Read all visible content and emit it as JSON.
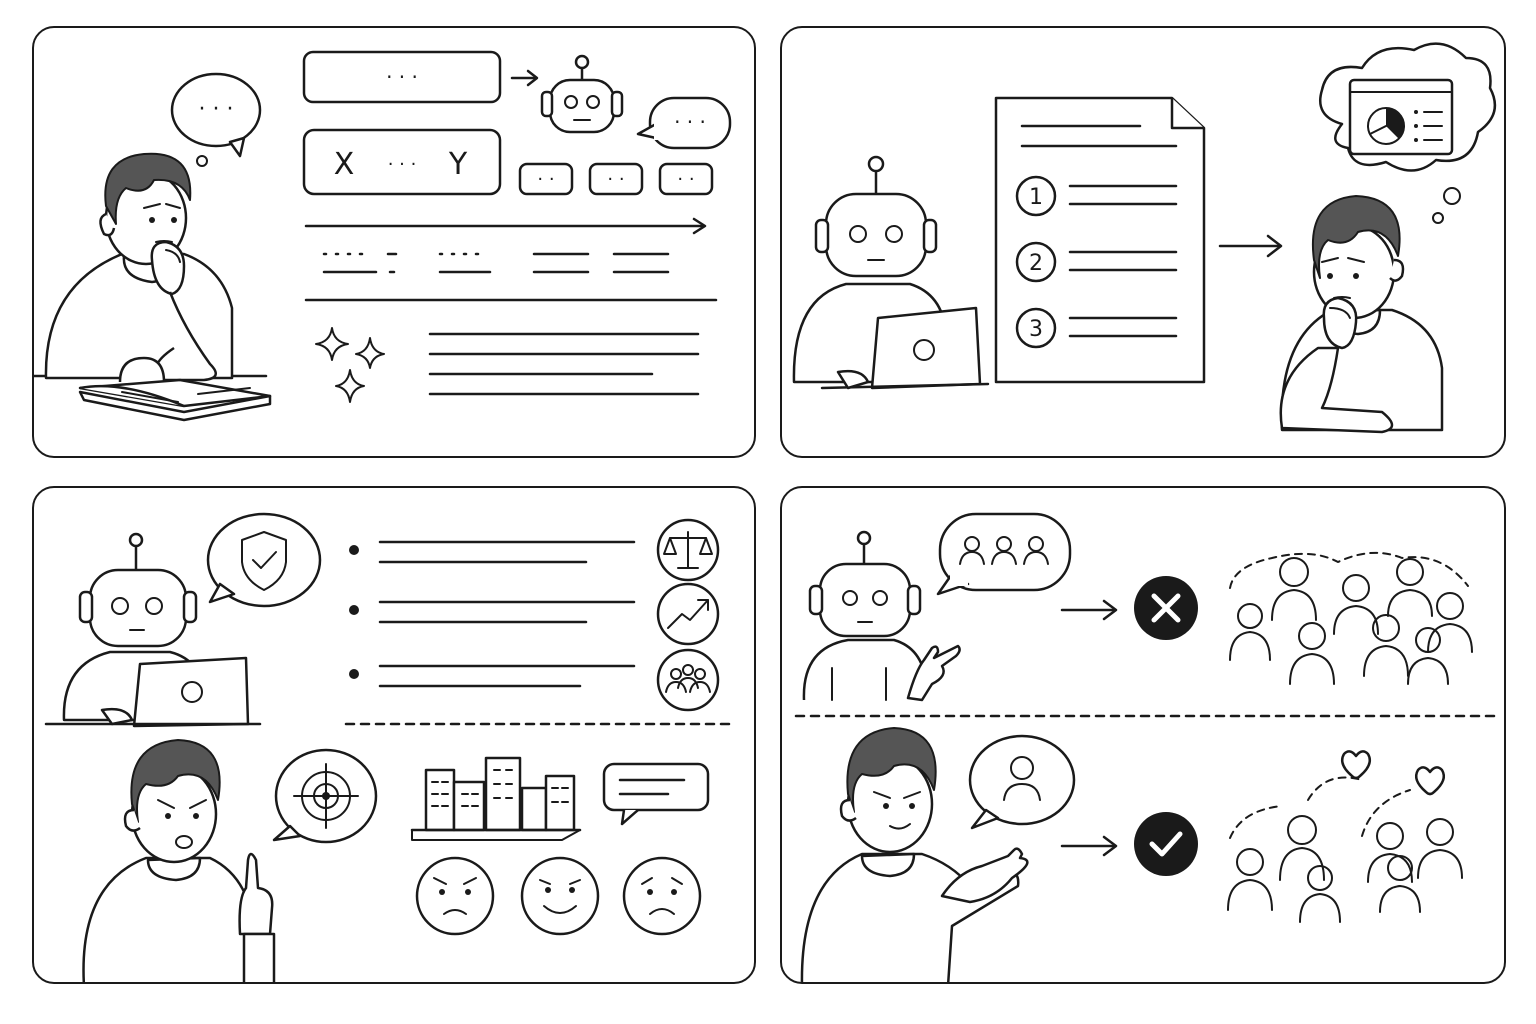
{
  "panels": {
    "top_left": {
      "thought_text": "· · ·",
      "input_box_text": "· · ·",
      "formula": {
        "left": "X",
        "middle": "· · ·",
        "right": "Y"
      },
      "robot_speech": "· · ·",
      "token_chips": [
        "· ·",
        "· ·",
        "· ·"
      ]
    },
    "top_right": {
      "list_numbers": [
        "1",
        "2",
        "3"
      ]
    },
    "bottom_left": {},
    "bottom_right": {}
  },
  "colors": {
    "ink": "#1a1a1a",
    "background": "#ffffff",
    "hair": "#555555"
  },
  "icons": [
    "thought-bubble-icon",
    "robot-icon",
    "sparkle-icon",
    "document-icon",
    "chart-window-icon",
    "shield-check-icon",
    "scales-icon",
    "trend-up-icon",
    "group-icon",
    "target-icon",
    "buildings-icon",
    "angry-face-icon",
    "smile-face-icon",
    "worried-face-icon",
    "cross-badge-icon",
    "check-badge-icon",
    "heart-icon",
    "person-icon"
  ]
}
